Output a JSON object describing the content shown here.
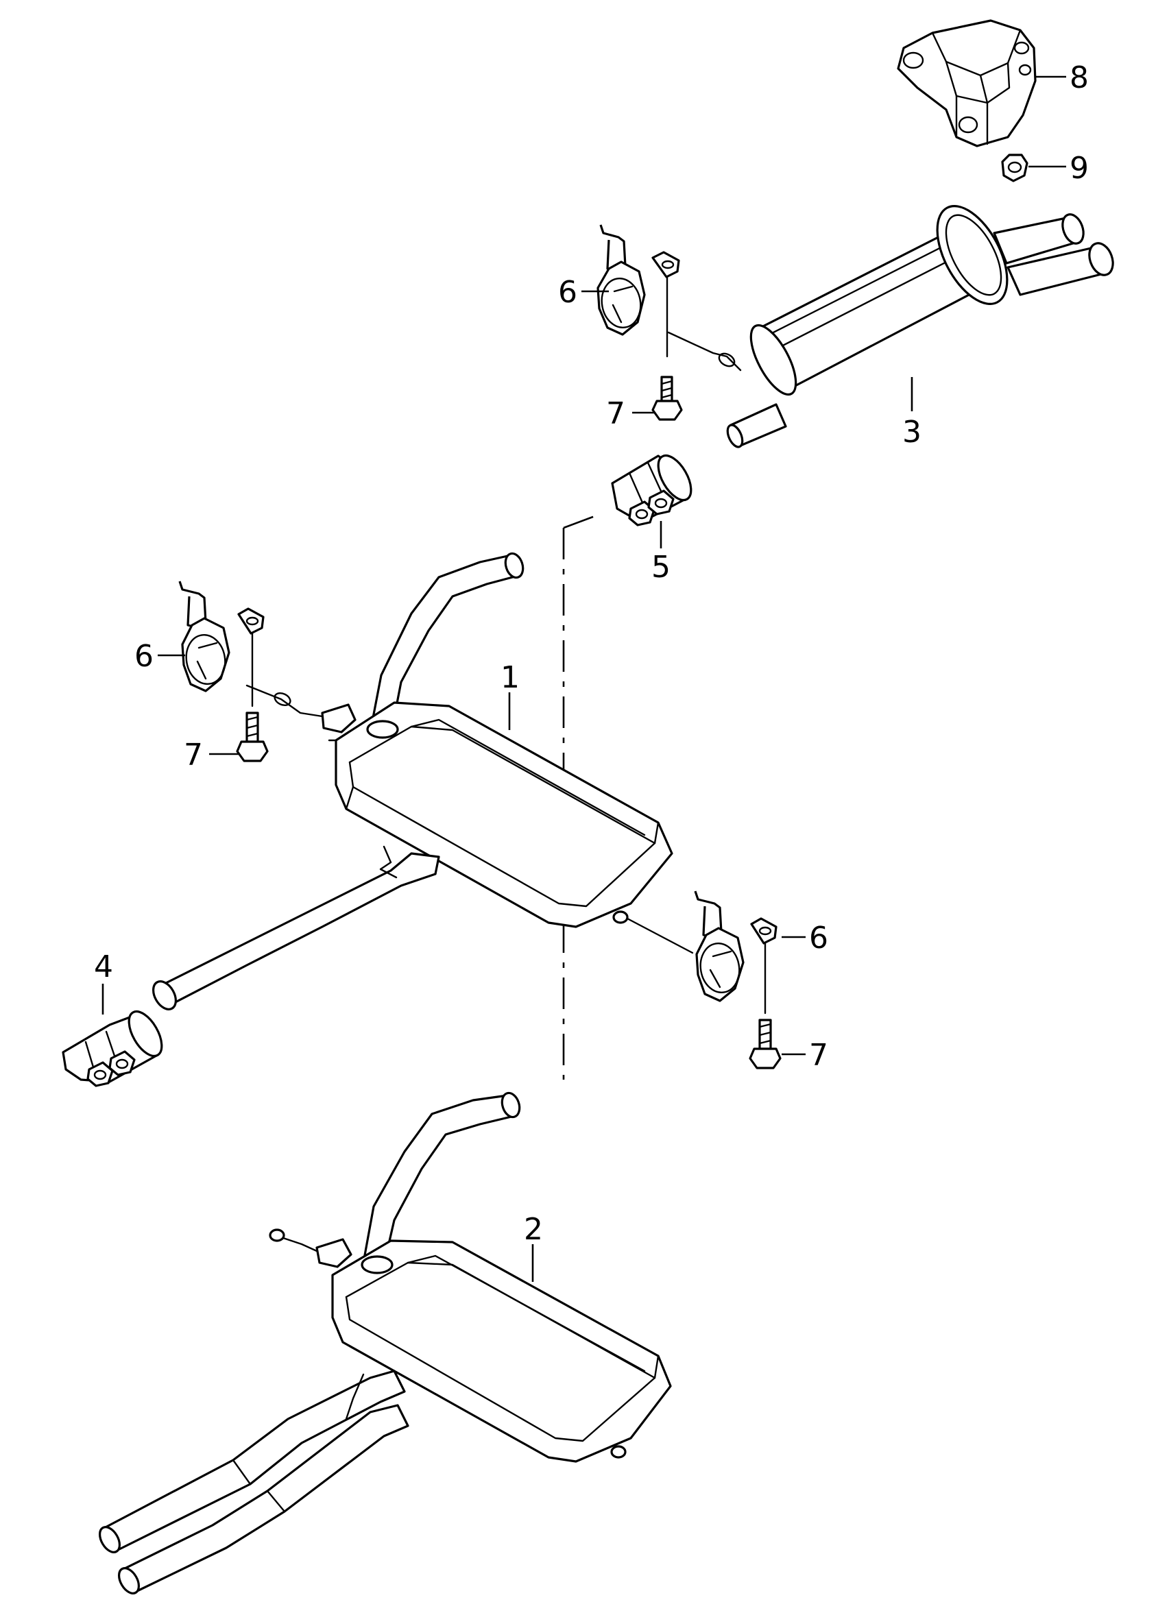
{
  "callouts": {
    "c1": "1",
    "c2": "2",
    "c3": "3",
    "c4": "4",
    "c5": "5",
    "c6a": "6",
    "c6b": "6",
    "c6c": "6",
    "c7a": "7",
    "c7b": "7",
    "c7c": "7",
    "c8": "8",
    "c9": "9"
  }
}
